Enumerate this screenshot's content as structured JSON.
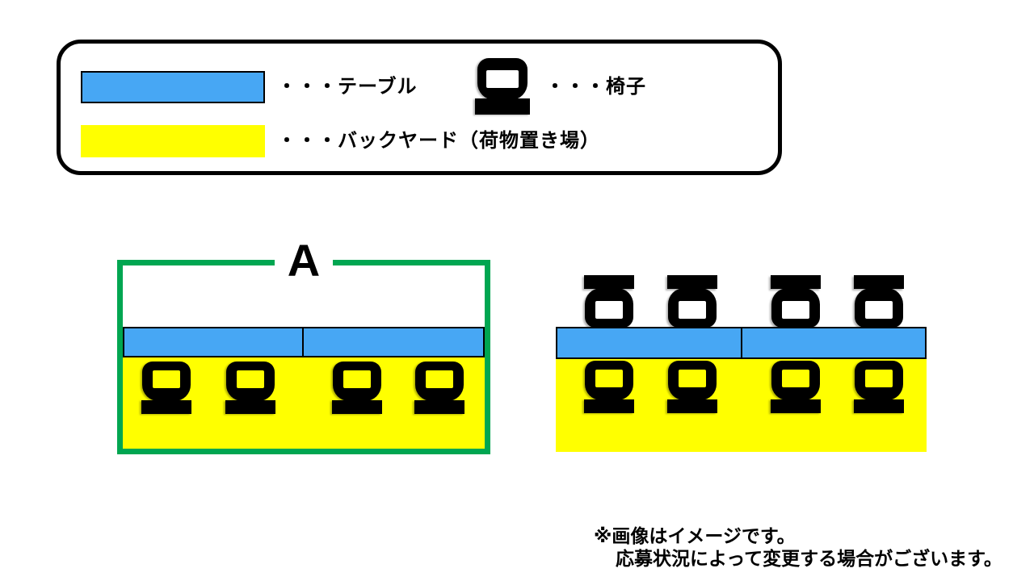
{
  "legend": {
    "table_label": "・・・テーブル",
    "chair_label": "・・・椅子",
    "backyard_label": "・・・バックヤード（荷物置き場）"
  },
  "section_a": {
    "label": "A",
    "table_count": 2,
    "backyard_chair_count": 4
  },
  "section_b": {
    "table_count": 2,
    "top_chair_count": 4,
    "backyard_chair_count": 4
  },
  "footnote": {
    "line1": "※画像はイメージです。",
    "line2": "応募状況によって変更する場合がございます。"
  },
  "colors": {
    "table_blue": "#47A7F4",
    "backyard_yellow": "#FFFF00",
    "section_a_border_green": "#00A651",
    "chair_black": "#000000",
    "table_outline": "#000000"
  }
}
